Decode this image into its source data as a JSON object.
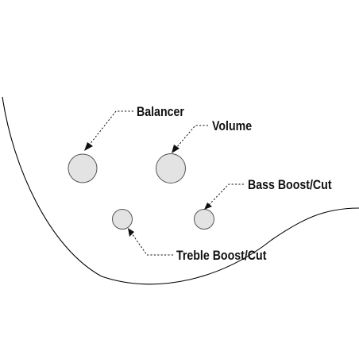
{
  "diagram": {
    "labels": {
      "balancer": "Balancer",
      "volume": "Volume",
      "bass": "Bass Boost/Cut",
      "treble": "Treble Boost/Cut"
    },
    "colors": {
      "knob_fill": "#e3e3e3",
      "knob_stroke": "#555555",
      "outline": "#000000",
      "text": "#111111"
    }
  }
}
